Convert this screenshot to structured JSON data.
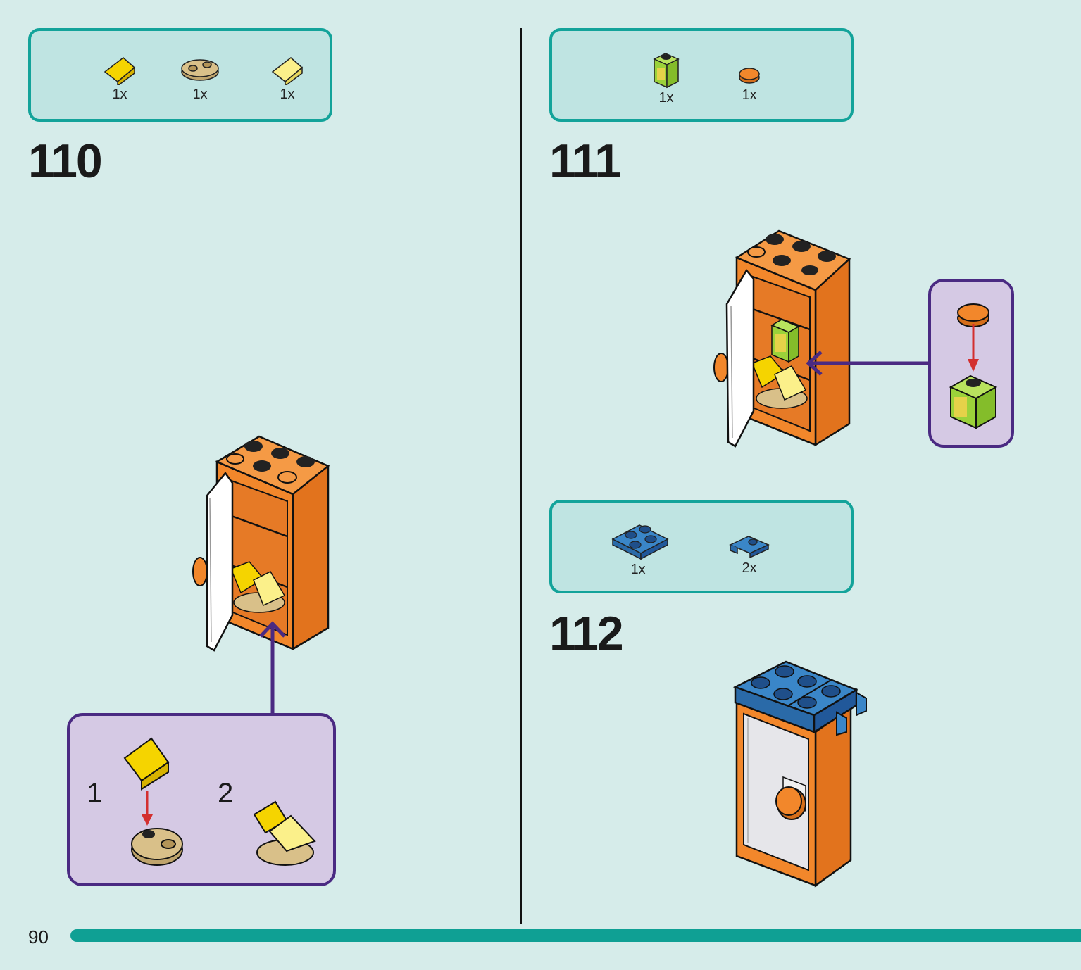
{
  "page": {
    "number": "90"
  },
  "steps": [
    {
      "number": "110",
      "parts": [
        {
          "icon": "yellow-slope-brick-icon",
          "qty": "1x",
          "color": "#f5d400"
        },
        {
          "icon": "tan-plate-1x2-icon",
          "qty": "1x",
          "color": "#d9c089"
        },
        {
          "icon": "light-yellow-slope-brick-icon",
          "qty": "1x",
          "color": "#fbf08a"
        }
      ],
      "callout": {
        "substeps": [
          "1",
          "2"
        ]
      }
    },
    {
      "number": "111",
      "parts": [
        {
          "icon": "lime-printed-brick-icon",
          "qty": "1x",
          "color": "#9bd23a"
        },
        {
          "icon": "orange-round-tile-icon",
          "qty": "1x",
          "color": "#f2872b"
        }
      ]
    },
    {
      "number": "112",
      "parts": [
        {
          "icon": "blue-plate-2x2-icon",
          "qty": "1x",
          "color": "#3a86c8"
        },
        {
          "icon": "blue-clip-plate-icon",
          "qty": "2x",
          "color": "#3a86c8"
        }
      ]
    }
  ],
  "colors": {
    "background": "#d6ecea",
    "parts_box_border": "#13a39a",
    "callout_border": "#4a2a82",
    "callout_fill": "#d5c9e4",
    "arrow": "#4a2a82",
    "red_arrow": "#d32f2f",
    "orange": "#f2872b"
  }
}
